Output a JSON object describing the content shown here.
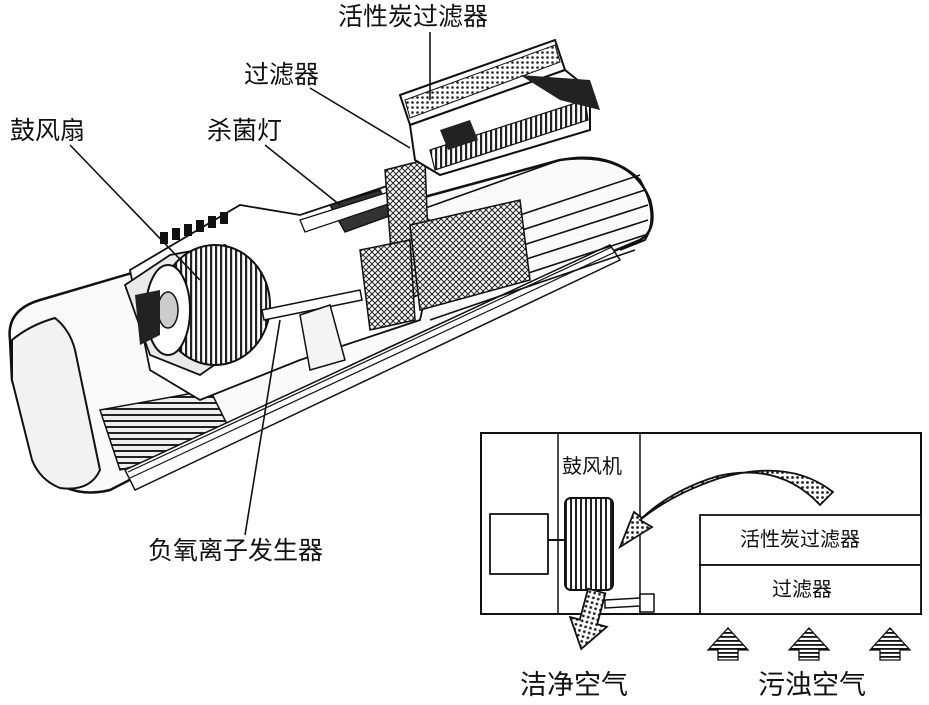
{
  "illustration": {
    "labels": {
      "charcoal_filter": "活性炭过滤器",
      "filter": "过滤器",
      "fan": "鼓风扇",
      "uv_lamp": "杀菌灯",
      "ion_generator": "负氧离子发生器"
    }
  },
  "schematic": {
    "blower_label": "鼓风机",
    "charcoal_filter_label": "活性炭过滤器",
    "filter_label": "过滤器",
    "clean_air_label": "洁净空气",
    "dirty_air_label": "污浊空气"
  }
}
